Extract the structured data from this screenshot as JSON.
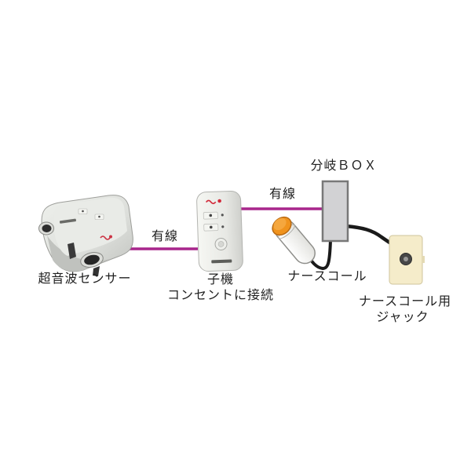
{
  "colors": {
    "background": "#ffffff",
    "text": "#1f1f1f",
    "wired_line": "#a8268c",
    "cable": "#1a1a1a",
    "branch_box_fill": "#d2d2d4",
    "branch_box_border": "#787878",
    "jack_fill": "#f5ecca",
    "jack_border": "#cfc49c",
    "nurse_call_button": "#f0931d",
    "device_body_light": "#eceeea",
    "device_body_dark": "#c9cbc7"
  },
  "diagram": {
    "sensor": {
      "label": "超音波センサー"
    },
    "connection1": {
      "label": "有線"
    },
    "handset": {
      "label": "子機",
      "note": "コンセントに接続"
    },
    "connection2": {
      "label": "有線"
    },
    "branch_box": {
      "label": "分岐ＢＯＸ"
    },
    "nurse_call": {
      "label": "ナースコール"
    },
    "jack": {
      "label_line1": "ナースコール用",
      "label_line2": "ジャック"
    }
  }
}
